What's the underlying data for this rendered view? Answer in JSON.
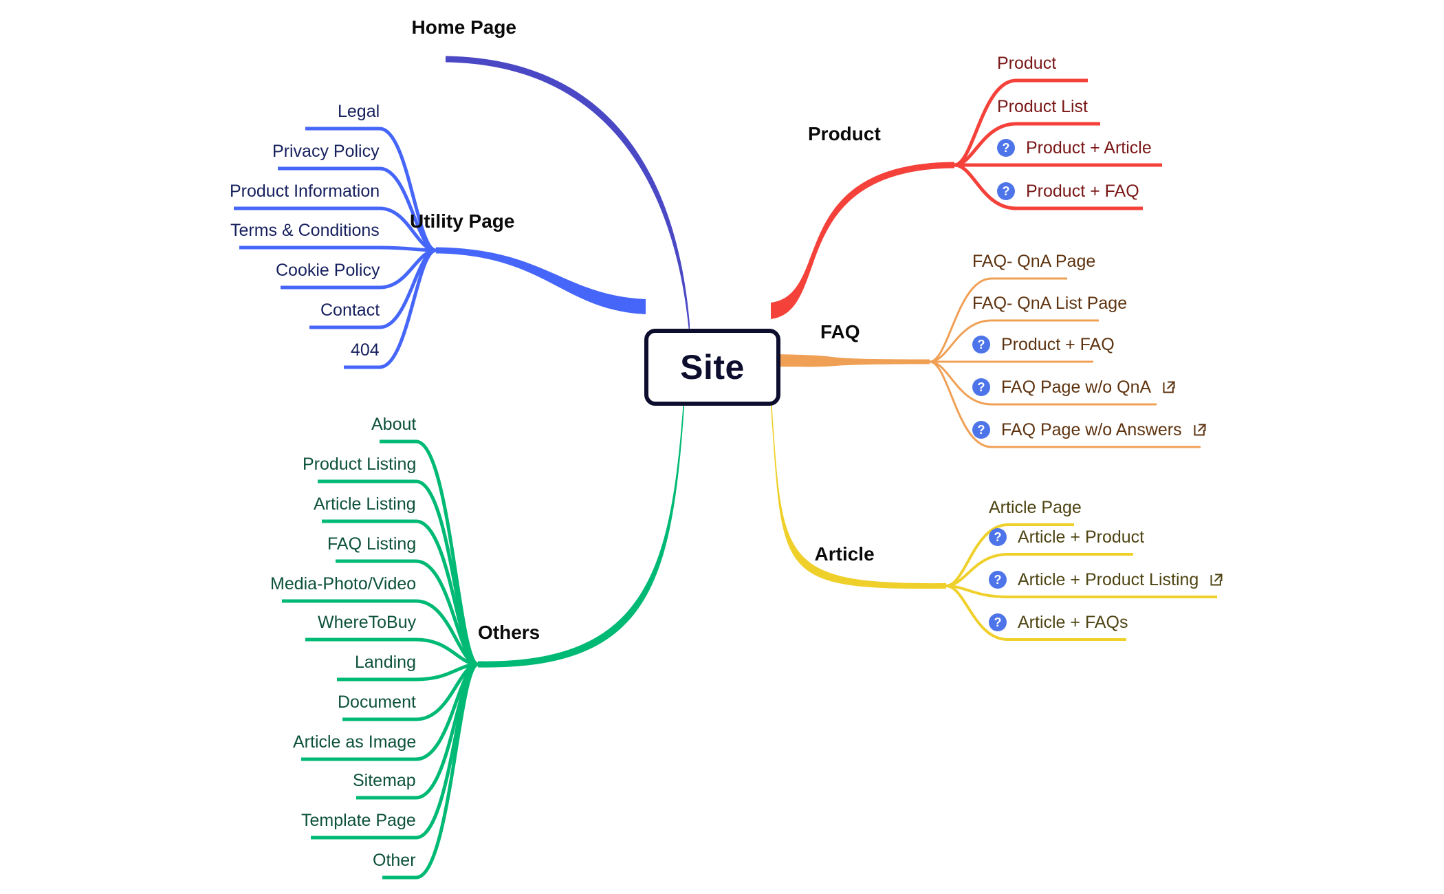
{
  "diagram": {
    "type": "mindmap",
    "title": "Site",
    "root": {
      "label": "Site",
      "color": "#0d0d2e"
    }
  },
  "branches": [
    {
      "id": "home-page",
      "label": "Home Page",
      "color": "#4a48c4",
      "side": "up",
      "children": []
    },
    {
      "id": "utility-page",
      "label": "Utility Page",
      "color": "#4566f8",
      "text_color": "#16205e",
      "side": "left",
      "children": [
        {
          "label": "Legal"
        },
        {
          "label": "Privacy Policy"
        },
        {
          "label": "Product Information"
        },
        {
          "label": "Terms & Conditions"
        },
        {
          "label": "Cookie Policy"
        },
        {
          "label": "Contact"
        },
        {
          "label": "404"
        }
      ]
    },
    {
      "id": "product",
      "label": "Product",
      "color": "#f4413a",
      "text_color": "#7a1616",
      "side": "right",
      "children": [
        {
          "label": "Product",
          "badge": false,
          "external": false
        },
        {
          "label": "Product List",
          "badge": false,
          "external": false
        },
        {
          "label": "Product + Article",
          "badge": true,
          "external": false
        },
        {
          "label": "Product + FAQ",
          "badge": true,
          "external": false
        }
      ]
    },
    {
      "id": "faq",
      "label": "FAQ",
      "color": "#f0a055",
      "text_color": "#5e3310",
      "side": "right",
      "children": [
        {
          "label": "FAQ- QnA Page",
          "badge": false,
          "external": false
        },
        {
          "label": "FAQ- QnA List Page",
          "badge": false,
          "external": false
        },
        {
          "label": "Product + FAQ",
          "badge": true,
          "external": false
        },
        {
          "label": "FAQ Page w/o QnA",
          "badge": true,
          "external": true
        },
        {
          "label": "FAQ Page w/o Answers",
          "badge": true,
          "external": true
        }
      ]
    },
    {
      "id": "article",
      "label": "Article",
      "color": "#efd02b",
      "text_color": "#4e4413",
      "side": "right",
      "children": [
        {
          "label": "Article Page",
          "badge": false,
          "external": false
        },
        {
          "label": "Article + Product",
          "badge": true,
          "external": false
        },
        {
          "label": "Article + Product Listing",
          "badge": true,
          "external": true
        },
        {
          "label": "Article + FAQs",
          "badge": true,
          "external": false
        }
      ]
    },
    {
      "id": "others",
      "label": "Others",
      "color": "#00b974",
      "text_color": "#0c5138",
      "side": "left",
      "children": [
        {
          "label": "About"
        },
        {
          "label": "Product Listing"
        },
        {
          "label": "Article Listing"
        },
        {
          "label": "FAQ Listing"
        },
        {
          "label": "Media-Photo/Video"
        },
        {
          "label": "WhereToBuy"
        },
        {
          "label": "Landing"
        },
        {
          "label": "Document"
        },
        {
          "label": "Article as Image"
        },
        {
          "label": "Sitemap"
        },
        {
          "label": "Template Page"
        },
        {
          "label": "Other"
        }
      ]
    }
  ],
  "icons": {
    "question_badge": "question-mark-badge-icon",
    "external_link": "external-link-icon"
  }
}
